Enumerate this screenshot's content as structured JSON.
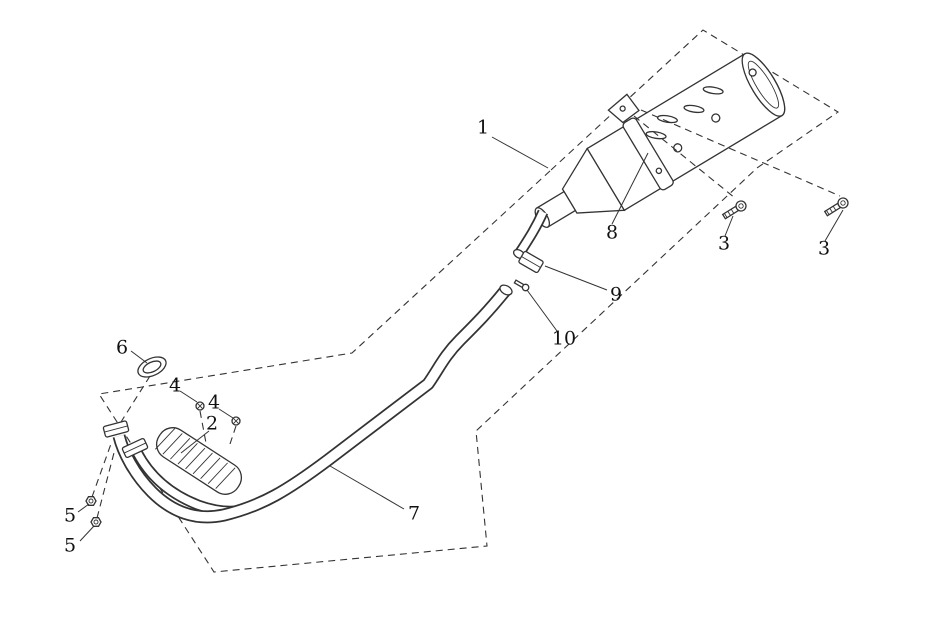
{
  "page": {
    "colors": {
      "ink": "#333333",
      "paper": "#ffffff",
      "label": "#111111"
    }
  },
  "diagram": {
    "callouts": [
      {
        "text": "1"
      },
      {
        "text": "8"
      },
      {
        "text": "3"
      },
      {
        "text": "3"
      },
      {
        "text": "9"
      },
      {
        "text": "10"
      },
      {
        "text": "6"
      },
      {
        "text": "4"
      },
      {
        "text": "4"
      },
      {
        "text": "2"
      },
      {
        "text": "7"
      },
      {
        "text": "5"
      },
      {
        "text": "5"
      }
    ]
  }
}
